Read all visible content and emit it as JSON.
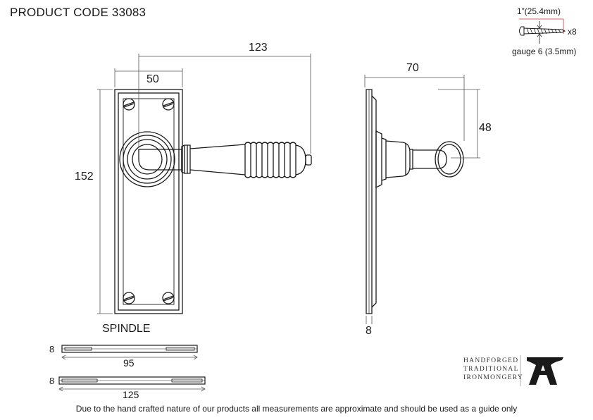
{
  "title": "PRODUCT CODE  33083",
  "dimensions": {
    "plate_width": "50",
    "overall_length": "123",
    "plate_height": "152",
    "projection": "70",
    "lever_height": "48",
    "plate_thickness": "8"
  },
  "screw": {
    "length_label": "1”(25.4mm)",
    "quantity": "x8",
    "gauge": "gauge 6 (3.5mm)"
  },
  "spindle": {
    "heading": "SPINDLE",
    "short": {
      "section": "8",
      "length": "95"
    },
    "long": {
      "section": "8",
      "length": "125"
    }
  },
  "brand": {
    "lines": [
      "HANDFORGED",
      "TRADITIONAL",
      "IRONMONGERY"
    ],
    "logo_icon": "anvil-a-icon"
  },
  "disclaimer": "Due to the hand crafted nature of our products all measurements are approximate and should be used as a guide only",
  "colors": {
    "line": "#1a1a1a",
    "dimension": "#555555",
    "screw_accent": "#cc3333"
  }
}
